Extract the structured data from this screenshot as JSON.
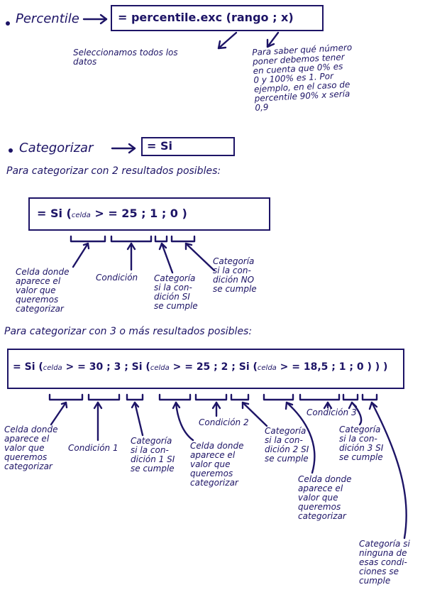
{
  "percentil": {
    "heading": "Percentile",
    "formula": "= percentile.exc (rango ; x)",
    "note_select": "Seleccionamos todos los\ndatos",
    "note_k": "Para saber qué número\nponer debemos tener\nen cuenta que 0% es\n0 y 100% es 1. Por\nejemplo, en el caso de\npercentile 90% x sería\n0,9"
  },
  "categorizar": {
    "heading": "Categorizar",
    "formula": "= Si",
    "two_title": "Para categorizar con 2 resultados posibles:",
    "two_formula": {
      "prefix": "= Si (",
      "celda": "celda",
      "rest": " > = 25 ; 1 ; 0 )"
    },
    "two_labels": {
      "celda": "Celda donde\naparece el\nvalor que\nqueremos\ncategorizar",
      "condicion": "Condición",
      "si": "Categoría\nsi la con-\ndición SI\nse cumple",
      "no": "Categoría\nsi la con-\ndición NO\nse cumple"
    },
    "three_title": "Para categorizar con 3 o más resultados posibles:",
    "three_formula": {
      "p1": "= Si (",
      "c1": "celda",
      "p2": " > = 30 ; 3 ; Si (",
      "c2": "celda",
      "p3": " > = 25 ; 2 ; Si (",
      "c3": "celda",
      "p4": " > = 18,5 ; 1 ; 0 ) ) )"
    },
    "three_labels": {
      "celda1": "Celda donde\naparece el\nvalor que\nqueremos\ncategorizar",
      "cond1": "Condición 1",
      "si1": "Categoría\nsi la con-\ndición 1 SI\nse cumple",
      "celda2": "Celda donde\naparece el\nvalor que\nqueremos\ncategorizar",
      "cond2": "Condición 2",
      "si2": "Categoría\nsi la con-\ndición 2 SI\nse cumple",
      "celda3": "Celda donde\naparece el\nvalor que\nqueremos\ncategorizar",
      "cond3": "Condición 3",
      "si3": "Categoría\nsi la con-\ndición 3 SI\nse cumple",
      "ninguna": "Categoría si\nninguna de\nesas condi-\nciones se\ncumple"
    }
  }
}
